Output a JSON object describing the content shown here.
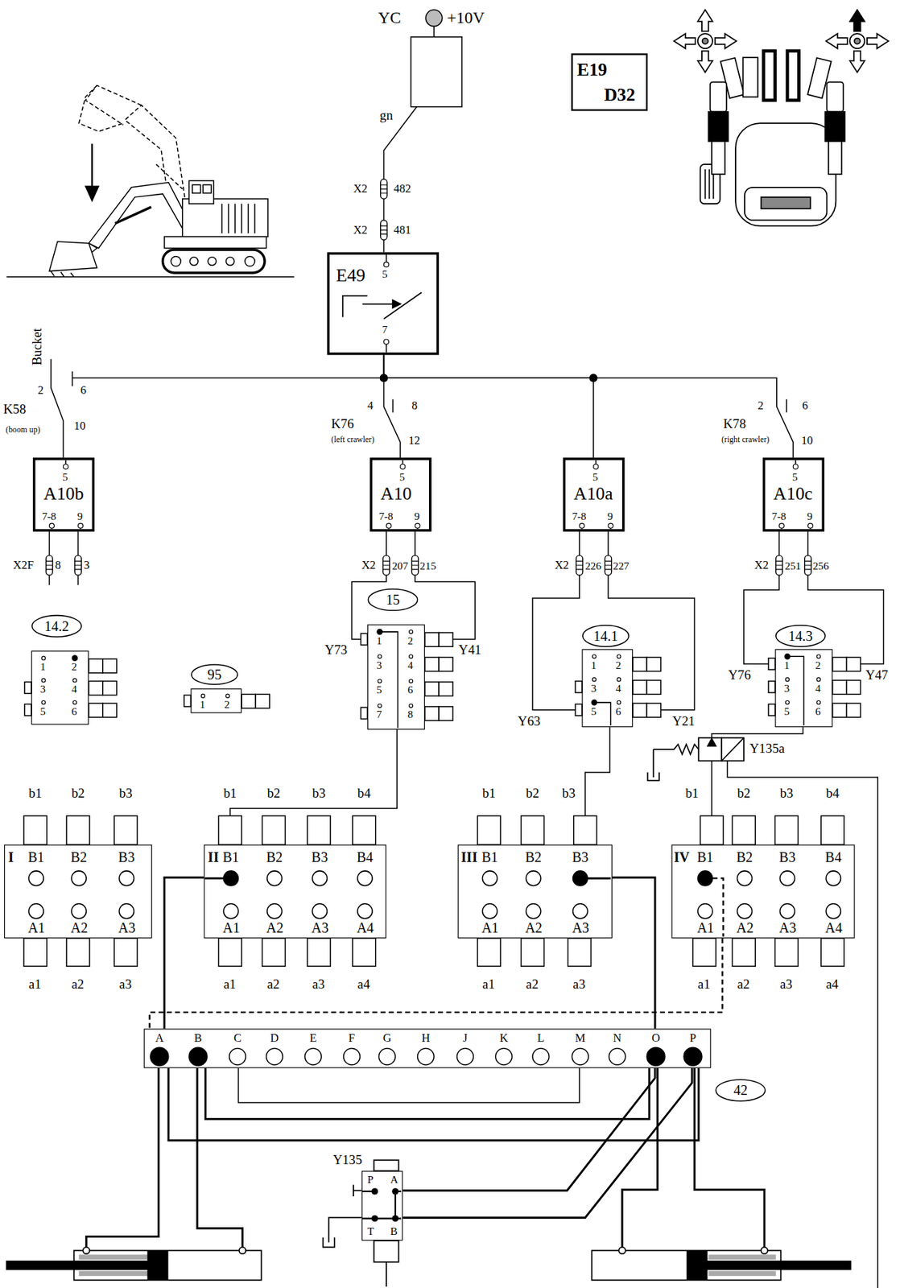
{
  "diagram": {
    "nodes": [
      {
        "text": [
          "E19",
          "D32"
        ]
      },
      {
        "text": [
          "E49",
          "5",
          "7"
        ]
      },
      {
        "text": [
          "5",
          "A10b",
          "7-8",
          "9"
        ]
      },
      {
        "text": [
          "5",
          "A10",
          "7-8",
          "9"
        ]
      },
      {
        "text": [
          "5",
          "A10a",
          "7-8",
          "9"
        ]
      },
      {
        "text": [
          "5",
          "A10c",
          "7-8",
          "9"
        ]
      },
      {
        "text": [
          "15"
        ]
      },
      {
        "text": [
          "14.2"
        ]
      },
      {
        "text": [
          "14.1"
        ]
      },
      {
        "text": [
          "14.3"
        ]
      },
      {
        "text": [
          "1",
          "2",
          "3",
          "4",
          "5",
          "6"
        ]
      },
      {
        "text": [
          "1",
          "2",
          "3",
          "4",
          "5",
          "6",
          "7",
          "8"
        ]
      },
      {
        "text": [
          "1",
          "2",
          "3",
          "4",
          "5",
          "6"
        ]
      },
      {
        "text": [
          "1",
          "2",
          "3",
          "4",
          "5",
          "6"
        ]
      },
      {
        "text": [
          "95"
        ]
      },
      {
        "text": [
          "1",
          "2"
        ]
      },
      {
        "text": [
          "I",
          "B1",
          "B2",
          "B3",
          "A1",
          "A2",
          "A3"
        ]
      },
      {
        "text": [
          "II",
          "B1",
          "B2",
          "B3",
          "B4",
          "A1",
          "A2",
          "A3",
          "A4"
        ]
      },
      {
        "text": [
          "III",
          "B1",
          "B2",
          "B3",
          "A1",
          "A2",
          "A3"
        ]
      },
      {
        "text": [
          "IV",
          "B1",
          "B2",
          "B3",
          "B4",
          "A1",
          "A2",
          "A3",
          "A4"
        ]
      },
      {
        "text": [
          "A",
          "B",
          "C",
          "D",
          "E",
          "F",
          "G",
          "H",
          "J",
          "K",
          "L",
          "M",
          "N",
          "O",
          "P"
        ]
      },
      {
        "text": [
          "42"
        ]
      },
      {
        "text": [
          "P",
          "A",
          "T",
          "B"
        ]
      }
    ],
    "edges": [
      {
        "from": 1,
        "to": 3,
        "arrow": "none"
      },
      {
        "from": 1,
        "to": 4,
        "arrow": "none"
      },
      {
        "from": 1,
        "to": 5,
        "arrow": "none"
      },
      {
        "from": 3,
        "to": 11,
        "arrow": "none"
      },
      {
        "from": 3,
        "to": 11,
        "arrow": "none"
      },
      {
        "from": 4,
        "to": 12,
        "arrow": "none"
      },
      {
        "from": 4,
        "to": 12,
        "arrow": "none"
      },
      {
        "from": 5,
        "to": 13,
        "arrow": "none"
      },
      {
        "from": 5,
        "to": 13,
        "arrow": "none"
      },
      {
        "from": 11,
        "to": 17,
        "arrow": "none"
      },
      {
        "from": 12,
        "to": 18,
        "arrow": "none"
      },
      {
        "from": 13,
        "to": 19,
        "arrow": "none"
      },
      {
        "from": 17,
        "to": 20,
        "arrow": "none"
      },
      {
        "from": 18,
        "to": 20,
        "arrow": "none"
      },
      {
        "from": 19,
        "to": 20,
        "arrow": "none"
      },
      {
        "from": 20,
        "to": 22,
        "arrow": "none"
      },
      {
        "from": 20,
        "to": 22,
        "arrow": "none"
      }
    ],
    "labels": [
      "YC",
      "+10V",
      "gn",
      "X2",
      "482",
      "X2",
      "481",
      "Bucket",
      "2",
      "6",
      "K58",
      "(boom up)",
      "10",
      "4",
      "8",
      "K76",
      "(left crawler)",
      "12",
      "2",
      "6",
      "K78",
      "(right crawler)",
      "10",
      "X2F",
      "8",
      "3",
      "X2",
      "207",
      "215",
      "X2",
      "226",
      "227",
      "X2",
      "251",
      "256",
      "Y73",
      "Y41",
      "Y63",
      "Y21",
      "Y76",
      "Y47",
      "Y135a",
      "b1",
      "b2",
      "b3",
      "b1",
      "b2",
      "b3",
      "b4",
      "b1",
      "b2",
      "b3",
      "b1",
      "b2",
      "b3",
      "b4",
      "a1",
      "a2",
      "a3",
      "a1",
      "a2",
      "a3",
      "a4",
      "a1",
      "a2",
      "a3",
      "a1",
      "a2",
      "a3",
      "a4",
      "Y135"
    ]
  }
}
